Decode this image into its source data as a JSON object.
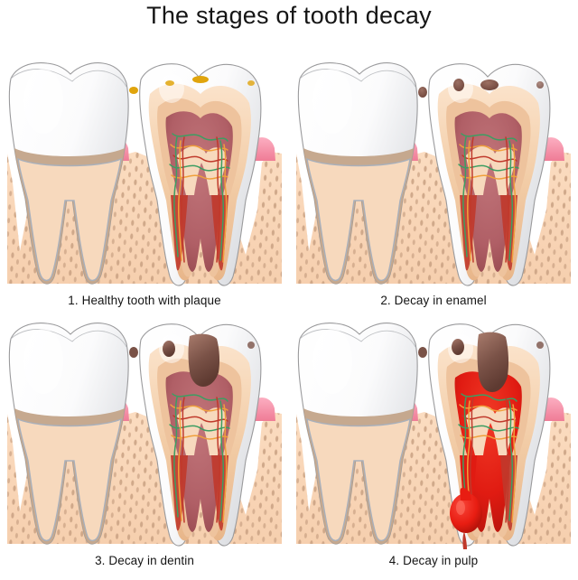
{
  "title": "The stages of tooth decay",
  "colors": {
    "background": "#ffffff",
    "enamel_light": "#ffffff",
    "enamel_shadow": "#d8dade",
    "enamel_outline": "#9a9a9c",
    "dentin": "#f7d9bd",
    "dentin_mid": "#eec39d",
    "dentin_deep": "#e0ad84",
    "pulp_healthy": "#b5646a",
    "pulp_healthy_dark": "#8e4247",
    "pulp_inflamed": "#e01b12",
    "pulp_inflamed_dark": "#b01208",
    "gum_pink": "#f89ab0",
    "gum_pink_dark": "#ef7c96",
    "bone": "#f8d5b6",
    "bone_stipple": "#c9a183",
    "periodontal": "#c3a489",
    "cementum": "#a9b0bb",
    "plaque": "#e0a40c",
    "decay_brown": "#7a5247",
    "decay_brown_light": "#9c7063",
    "nerve_green": "#3c9e62",
    "nerve_orange": "#f0a03c",
    "vessel_red": "#c0392b",
    "abscess_red": "#e81d12",
    "text": "#151515"
  },
  "panels": [
    {
      "index": "1",
      "caption": "1. Healthy tooth with plaque",
      "stage_name": "healthy-tooth-with-plaque",
      "pulp_state": "healthy",
      "plaque": true,
      "enamel_decay": false,
      "dentin_decay": false,
      "pulp_decay": false,
      "abscess": false
    },
    {
      "index": "2",
      "caption": "2. Decay in enamel",
      "stage_name": "decay-in-enamel",
      "pulp_state": "healthy",
      "plaque": false,
      "enamel_decay": true,
      "dentin_decay": false,
      "pulp_decay": false,
      "abscess": false
    },
    {
      "index": "3",
      "caption": "3. Decay in dentin",
      "stage_name": "decay-in-dentin",
      "pulp_state": "healthy",
      "plaque": false,
      "enamel_decay": true,
      "dentin_decay": true,
      "pulp_decay": false,
      "abscess": false
    },
    {
      "index": "4",
      "caption": "4. Decay in pulp",
      "stage_name": "decay-in-pulp",
      "pulp_state": "inflamed",
      "plaque": false,
      "enamel_decay": true,
      "dentin_decay": true,
      "pulp_decay": true,
      "abscess": true
    }
  ],
  "anatomy_legend": [
    "enamel",
    "dentin",
    "pulp-chamber",
    "root-canal",
    "nerve",
    "blood-vessel",
    "gum",
    "alveolar-bone",
    "periodontal-ligament",
    "plaque",
    "caries-lesion",
    "periapical-abscess"
  ]
}
